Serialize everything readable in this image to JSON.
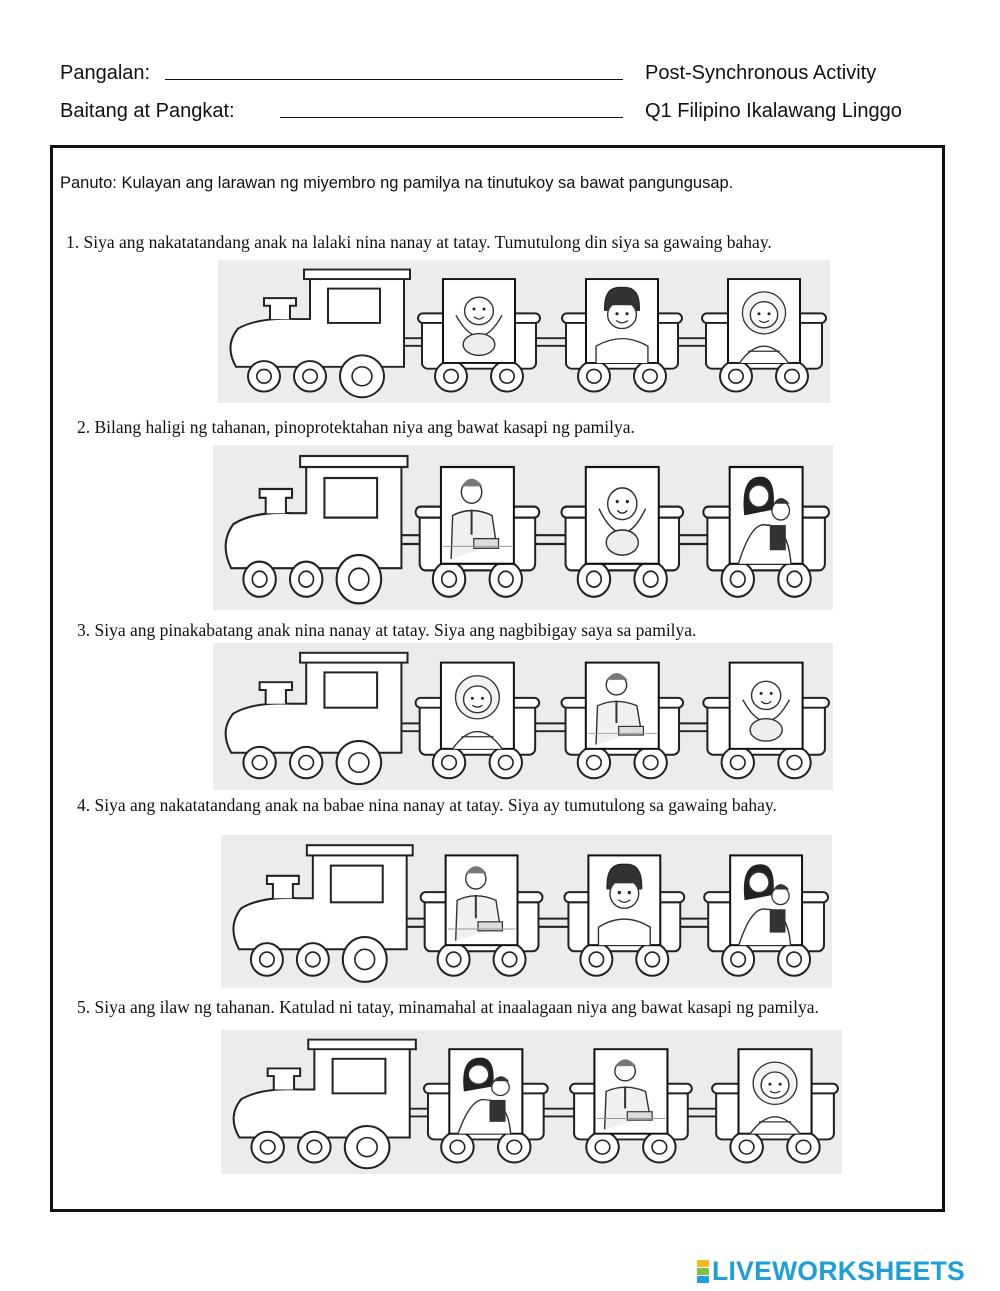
{
  "header": {
    "name_label": "Pangalan:",
    "grade_label": "Baitang at Pangkat:",
    "activity_title": "Post-Synchronous Activity",
    "subject": "Q1 Filipino Ikalawang Linggo"
  },
  "instructions": "Panuto: Kulayan ang larawan ng miyembro ng pamilya na tinutukoy sa bawat pangungusap.",
  "questions": [
    {
      "text": "1. Siya ang nakatatandang anak na lalaki nina nanay at tatay. Tumutulong din siya sa gawaing bahay.",
      "choices": [
        "baby-icon",
        "boy-icon",
        "girl-icon"
      ]
    },
    {
      "text": "2. Bilang haligi ng tahanan, pinoprotektahan niya ang bawat  kasapi ng pamilya.",
      "choices": [
        "father-icon",
        "baby-icon",
        "mother-icon"
      ]
    },
    {
      "text": "3. Siya ang pinakabatang anak nina nanay at tatay. Siya ang nagbibigay saya sa pamilya.",
      "choices": [
        "girl-icon",
        "father-icon",
        "baby-icon"
      ]
    },
    {
      "text": "4. Siya ang nakatatandang anak na babae nina nanay at tatay. Siya ay tumutulong sa gawaing bahay.",
      "choices": [
        "father-icon",
        "boy-icon",
        "mother-icon"
      ]
    },
    {
      "text": "5. Siya ang ilaw ng tahanan. Katulad ni tatay, minamahal at inaalagaan niya ang bawat kasapi ng pamilya.",
      "choices": [
        "mother-icon",
        "father-icon",
        "girl-icon"
      ]
    }
  ],
  "footer": {
    "logo_text": "LIVEWORKSHEETS",
    "logo_colors": [
      "#f6b81e",
      "#7cc142",
      "#1f9fd8",
      "#e2523f"
    ]
  },
  "colors": {
    "logo_blue": "#1f9fd8",
    "panel_gray": "#ececec"
  }
}
